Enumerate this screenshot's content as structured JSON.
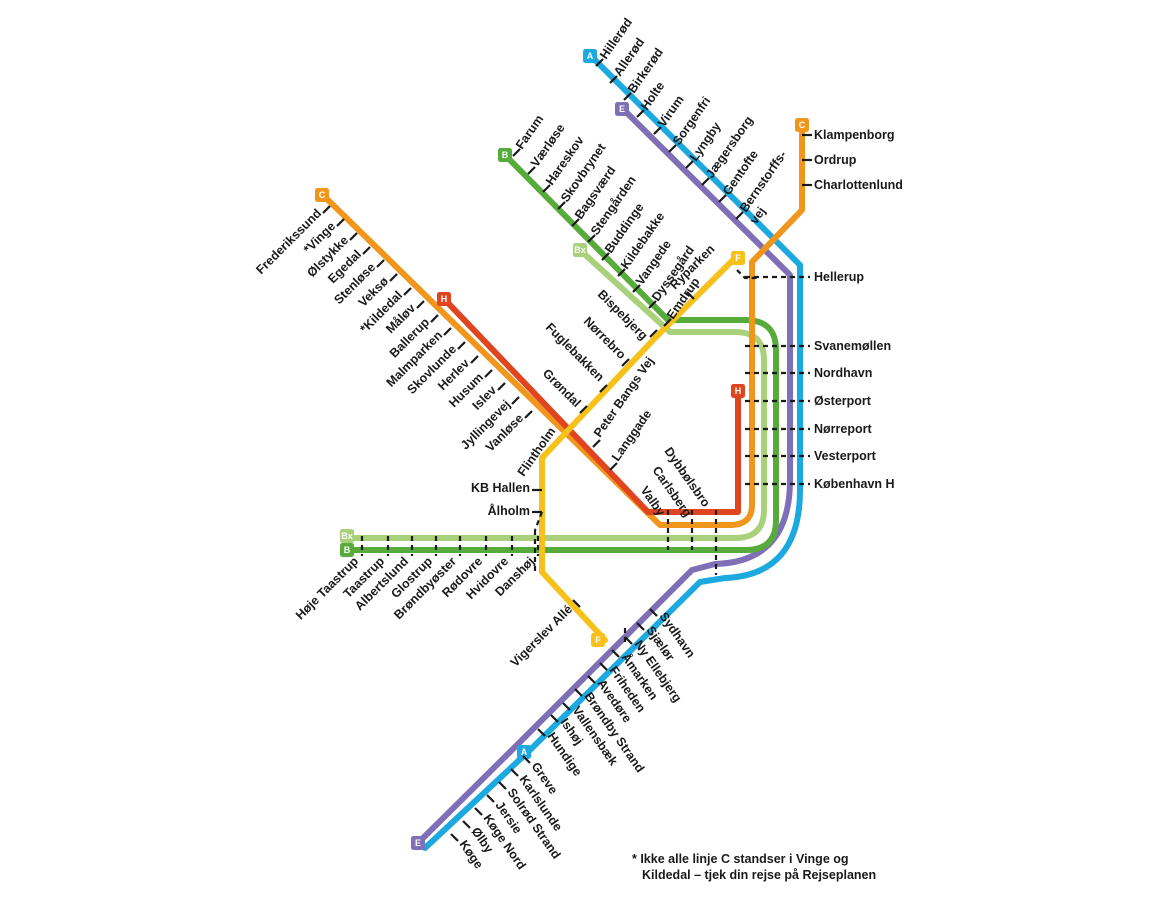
{
  "colors": {
    "A": "#1ba9e0",
    "B": "#57ab3b",
    "Bx": "#a9d07a",
    "C": "#f0961c",
    "E": "#7f6fb7",
    "F": "#f7c11c",
    "H": "#e0451f"
  },
  "badges": {
    "A": "A",
    "B": "B",
    "Bx": "Bx",
    "C": "C",
    "E": "E",
    "F": "F",
    "H": "H"
  },
  "lines": {
    "A_north": [
      "Hillerød",
      "Allerød",
      "Birkerød",
      "Holte",
      "Virum",
      "Sorgenfri",
      "Lyngby",
      "Jægersborg",
      "Gentofte",
      "Bernstorffs-vej"
    ],
    "B_north": [
      "Farum",
      "Værløse",
      "Hareskov",
      "Skovbrynet",
      "Bagsværd",
      "Stengården",
      "Buddinge",
      "Kildebakke",
      "Vangede",
      "Dyssegård",
      "Emdrup"
    ],
    "C_north": [
      "Klampenborg",
      "Ordrup",
      "Charlottenlund"
    ],
    "C_west": [
      "Frederikssund",
      "*Vinge",
      "Ølstykke",
      "Egedal",
      "Stenløse",
      "Veksø",
      "*Kildedal",
      "Måløv",
      "Ballerup",
      "Malmparken",
      "Skovlunde",
      "Herlev",
      "Husum",
      "Islev",
      "Jyllingevej",
      "Vanløse",
      "Flintholm",
      "Peter Bangs Vej",
      "Langgade",
      "Valby",
      "Carlsberg",
      "Dybbølsbro"
    ],
    "F_line": [
      "Ryparken",
      "Bispebjerg",
      "Nørrebro",
      "Fuglebakken",
      "Grøndal",
      "Flintholm",
      "KB Hallen",
      "Ålholm",
      "Danshøj",
      "Vigerslev Allé"
    ],
    "B_west": [
      "Høje Taastrup",
      "Taastrup",
      "Albertslund",
      "Glostrup",
      "Brøndbyøster",
      "Rødovre",
      "Hvidovre",
      "Danshøj"
    ],
    "central": [
      "Hellerup",
      "Svanemøllen",
      "Nordhavn",
      "Østerport",
      "Nørreport",
      "Vesterport",
      "København H"
    ],
    "A_south": [
      "Sydhavn",
      "Sjælør",
      "Ny Ellebjerg",
      "Åmarken",
      "Friheden",
      "Avedøre",
      "Brøndby Strand",
      "Vallensbæk",
      "Ishøj",
      "Hundige",
      "Greve",
      "Karlslunde",
      "Solrød Strand",
      "Jersie",
      "Køge Nord",
      "Ølby",
      "Køge"
    ]
  },
  "footnote": {
    "line1": "* Ikke alle linje C standser i Vinge og",
    "line2": "Kildedal – tjek din rejse på Rejseplanen"
  }
}
